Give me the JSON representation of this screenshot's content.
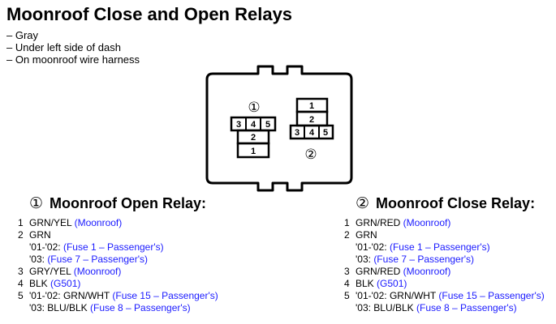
{
  "title": "Moonroof Close and Open Relays",
  "properties": [
    "– Gray",
    "– Under left side of dash",
    "– On moonroof wire harness"
  ],
  "diagram": {
    "left_relay_symbol": "①",
    "right_relay_symbol": "②",
    "left_top_pins": [
      "3",
      "4",
      "5"
    ],
    "left_mid_pin": "2",
    "left_bottom_pin": "1",
    "right_top_pin": "1",
    "right_mid_pin": "2",
    "right_bottom_pins": [
      "3",
      "4",
      "5"
    ]
  },
  "open_relay": {
    "symbol": "①",
    "title": "Moonroof Open Relay:",
    "pins": [
      {
        "num": "1",
        "lines": [
          {
            "wire": "GRN/YEL ",
            "note": "(Moonroof)"
          }
        ]
      },
      {
        "num": "2",
        "lines": [
          {
            "wire": "GRN",
            "note": ""
          },
          {
            "wire": "'01-'02: ",
            "note": "(Fuse 1 – Passenger's)"
          },
          {
            "wire": "'03: ",
            "note": "(Fuse 7 – Passenger's)"
          }
        ]
      },
      {
        "num": "3",
        "lines": [
          {
            "wire": "GRY/YEL ",
            "note": "(Moonroof)"
          }
        ]
      },
      {
        "num": "4",
        "lines": [
          {
            "wire": "BLK ",
            "note": "(G501)"
          }
        ]
      },
      {
        "num": "5",
        "lines": [
          {
            "wire": "'01-'02: GRN/WHT ",
            "note": "(Fuse 15 – Passenger's)"
          },
          {
            "wire": "'03: BLU/BLK ",
            "note": "(Fuse 8 – Passenger's)"
          }
        ]
      }
    ]
  },
  "close_relay": {
    "symbol": "②",
    "title": "Moonroof Close Relay:",
    "pins": [
      {
        "num": "1",
        "lines": [
          {
            "wire": "GRN/RED ",
            "note": "(Moonroof)"
          }
        ]
      },
      {
        "num": "2",
        "lines": [
          {
            "wire": "GRN",
            "note": ""
          },
          {
            "wire": "'01-'02: ",
            "note": "(Fuse 1 – Passenger's)"
          },
          {
            "wire": "'03: ",
            "note": "(Fuse 7 – Passenger's)"
          }
        ]
      },
      {
        "num": "3",
        "lines": [
          {
            "wire": "GRN/RED ",
            "note": "(Moonroof)"
          }
        ]
      },
      {
        "num": "4",
        "lines": [
          {
            "wire": "BLK ",
            "note": "(G501)"
          }
        ]
      },
      {
        "num": "5",
        "lines": [
          {
            "wire": "'01-'02: GRN/WHT ",
            "note": "(Fuse 15 – Passenger's)"
          },
          {
            "wire": "'03: BLU/BLK ",
            "note": "(Fuse 8 – Passenger's)"
          }
        ]
      }
    ]
  }
}
